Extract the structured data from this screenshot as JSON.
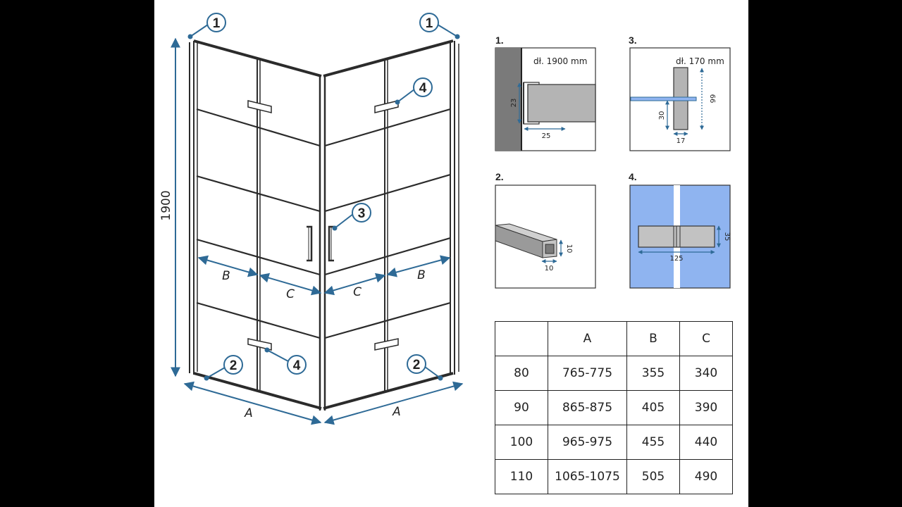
{
  "main_drawing": {
    "height_label": "1900",
    "width_labels": [
      "A",
      "A"
    ],
    "segment_labels": [
      "B",
      "C",
      "C",
      "B"
    ],
    "callouts": [
      "1",
      "1",
      "2",
      "2",
      "3",
      "4",
      "4"
    ]
  },
  "details": [
    {
      "number": "1.",
      "length_note": "dł. 1900 mm",
      "dims": [
        "23",
        "25"
      ]
    },
    {
      "number": "3.",
      "length_note": "dł. 170 mm",
      "dims": [
        "30",
        "66",
        "17"
      ]
    },
    {
      "number": "2.",
      "dims": [
        "10",
        "10"
      ]
    },
    {
      "number": "4.",
      "dims": [
        "35",
        "125"
      ]
    }
  ],
  "table": {
    "header": [
      "",
      "A",
      "B",
      "C"
    ],
    "rows": [
      [
        "80",
        "765-775",
        "355",
        "340"
      ],
      [
        "90",
        "865-875",
        "405",
        "390"
      ],
      [
        "100",
        "965-975",
        "455",
        "440"
      ],
      [
        "110",
        "1065-1075",
        "505",
        "490"
      ]
    ]
  },
  "colors": {
    "dimension_blue": "#2e6a96",
    "frame_dark": "#2b2b2b",
    "glass_blue": "#8fb4f0",
    "profile_grey": "#b4b4b4",
    "wall_grey": "#7a7a7a"
  }
}
